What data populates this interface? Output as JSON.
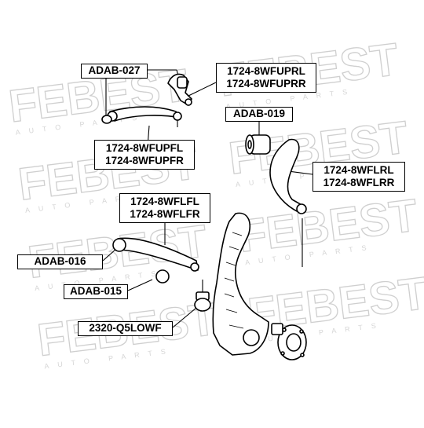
{
  "watermark": {
    "brand": "FEBEST",
    "sub": "AUTO PARTS"
  },
  "labels": {
    "adab027": "ADAB-027",
    "upper_right": [
      "1724-8WFUPRL",
      "1724-8WFUPRR"
    ],
    "adab019": "ADAB-019",
    "upper_left": [
      "1724-8WFUPFL",
      "1724-8WFUPFR"
    ],
    "lower_rear": [
      "1724-8WFLRL",
      "1724-8WFLRR"
    ],
    "lower_front": [
      "1724-8WFLFL",
      "1724-8WFLFR"
    ],
    "adab016": "ADAB-016",
    "adab015": "ADAB-015",
    "balljoint": "2320-Q5LOWF"
  }
}
